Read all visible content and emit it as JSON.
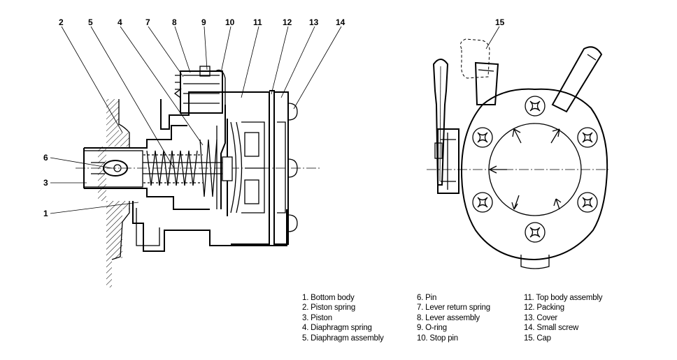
{
  "callouts": {
    "n1": "1",
    "n2": "2",
    "n3": "3",
    "n4": "4",
    "n5": "5",
    "n6": "6",
    "n7": "7",
    "n8": "8",
    "n9": "9",
    "n10": "10",
    "n11": "11",
    "n12": "12",
    "n13": "13",
    "n14": "14",
    "n15": "15"
  },
  "legend": {
    "col1": [
      "1. Bottom body",
      "2. Piston spring",
      "3. Piston",
      "4. Diaphragm spring",
      "5. Diaphragm assembly"
    ],
    "col2": [
      "6. Pin",
      "7. Lever return spring",
      "8. Lever assembly",
      "9. O-ring",
      "10. Stop pin"
    ],
    "col3": [
      "11. Top body assembly",
      "12. Packing",
      "13. Cover",
      "14. Small screw",
      "15. Cap"
    ]
  }
}
